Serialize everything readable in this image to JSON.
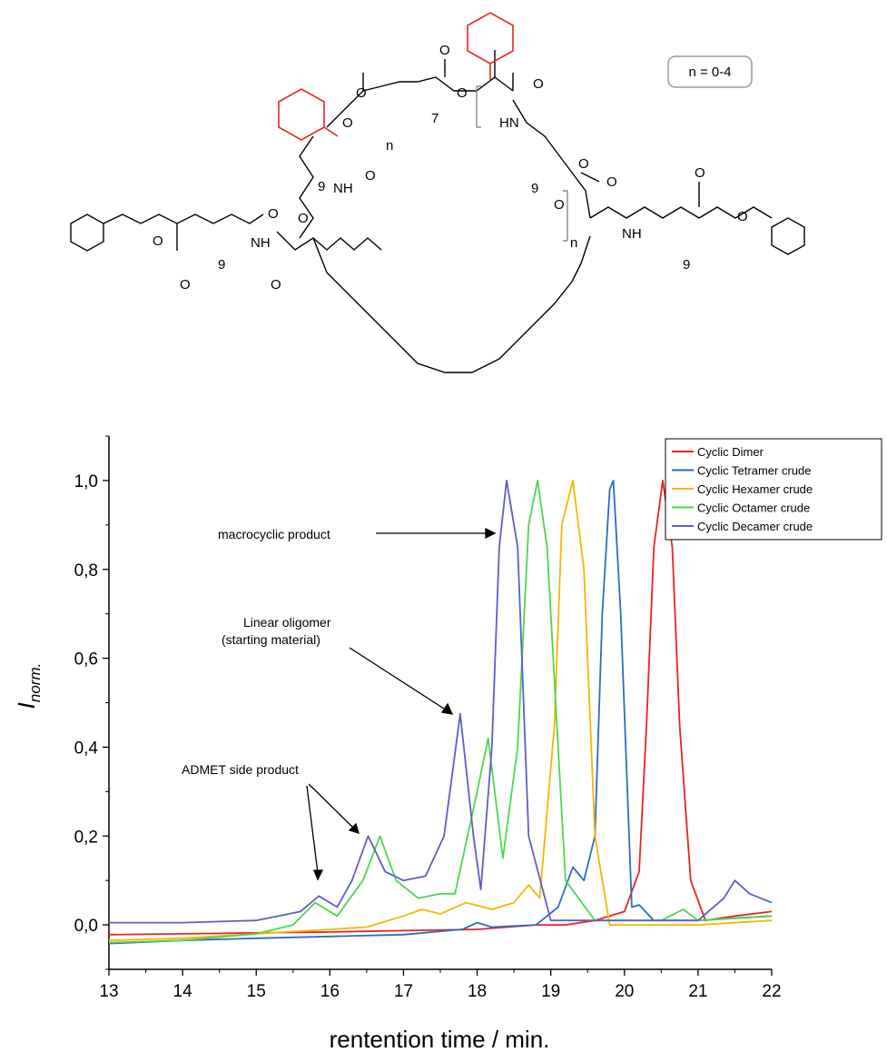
{
  "structure": {
    "n_badge": "n  =   0-4",
    "labels": {
      "nh_left": "NH",
      "nh_top": "HN",
      "nh_mid": "NH",
      "nh_right": "NH",
      "h_letter": "H",
      "o": "O",
      "sub_7": "7",
      "sub_9": "9",
      "n": "n"
    }
  },
  "chart_data": {
    "type": "line",
    "xlabel": "rentention time / min.",
    "ylabel_main": "I",
    "ylabel_sub": "norm.",
    "xlim": [
      13,
      22
    ],
    "ylim": [
      -0.1,
      1.1
    ],
    "xticks": [
      "13",
      "14",
      "15",
      "16",
      "17",
      "18",
      "19",
      "20",
      "21",
      "22"
    ],
    "yticks": [
      "0,0",
      "0,2",
      "0,4",
      "0,6",
      "0,8",
      "1,0"
    ],
    "legend_position": "top-right",
    "annotations": {
      "macro": "macrocyclic product",
      "linear_1": "Linear oligomer",
      "linear_2": "(starting material)",
      "admet": "ADMET side product"
    },
    "series": [
      {
        "name": "Cyclic Dimer",
        "color": "#e8251f",
        "x": [
          13,
          14,
          15,
          16,
          17,
          18,
          18.8,
          19.2,
          19.6,
          20.0,
          20.2,
          20.3,
          20.4,
          20.52,
          20.65,
          20.75,
          20.9,
          21.1,
          21.5,
          22
        ],
        "y": [
          -0.022,
          -0.02,
          -0.018,
          -0.016,
          -0.013,
          -0.01,
          0.0,
          0.0,
          0.01,
          0.03,
          0.12,
          0.45,
          0.85,
          1.0,
          0.85,
          0.45,
          0.1,
          0.01,
          0.02,
          0.03
        ]
      },
      {
        "name": "Cyclic Tetramer crude",
        "color": "#2b6dbf",
        "x": [
          13,
          14,
          15,
          16,
          17,
          17.8,
          18.0,
          18.2,
          18.8,
          19.1,
          19.3,
          19.45,
          19.6,
          19.7,
          19.8,
          19.85,
          19.95,
          20.1,
          20.2,
          20.4,
          21,
          22
        ],
        "y": [
          -0.042,
          -0.035,
          -0.03,
          -0.026,
          -0.022,
          -0.01,
          0.005,
          -0.005,
          0.0,
          0.04,
          0.13,
          0.1,
          0.2,
          0.7,
          0.98,
          1.0,
          0.7,
          0.04,
          0.045,
          0.01,
          0.01,
          0.02
        ]
      },
      {
        "name": "Cyclic Hexamer crude",
        "color": "#f7b500",
        "x": [
          13,
          14,
          15,
          16,
          16.5,
          17.0,
          17.25,
          17.5,
          17.85,
          18.2,
          18.5,
          18.7,
          18.85,
          19.05,
          19.15,
          19.3,
          19.45,
          19.6,
          19.8,
          20.5,
          21,
          22
        ],
        "y": [
          -0.035,
          -0.03,
          -0.02,
          -0.01,
          -0.005,
          0.02,
          0.035,
          0.025,
          0.05,
          0.035,
          0.05,
          0.09,
          0.06,
          0.45,
          0.9,
          1.0,
          0.8,
          0.2,
          0.0,
          0.0,
          0.0,
          0.01
        ]
      },
      {
        "name": "Cyclic Octamer crude",
        "color": "#4bd84b",
        "x": [
          13,
          14,
          15,
          15.5,
          15.8,
          16.1,
          16.45,
          16.68,
          16.9,
          17.2,
          17.5,
          17.7,
          18.0,
          18.15,
          18.35,
          18.55,
          18.7,
          18.82,
          18.95,
          19.2,
          19.6,
          20.5,
          20.8,
          21,
          22
        ],
        "y": [
          -0.04,
          -0.035,
          -0.02,
          0.0,
          0.05,
          0.02,
          0.1,
          0.2,
          0.1,
          0.06,
          0.07,
          0.07,
          0.3,
          0.42,
          0.15,
          0.4,
          0.9,
          1.0,
          0.85,
          0.1,
          0.01,
          0.01,
          0.035,
          0.01,
          0.02
        ]
      },
      {
        "name": "Cyclic Decamer crude",
        "color": "#5b5fc7",
        "x": [
          13,
          14,
          15,
          15.6,
          15.85,
          16.1,
          16.3,
          16.52,
          16.75,
          17.0,
          17.3,
          17.55,
          17.77,
          17.95,
          18.05,
          18.2,
          18.3,
          18.4,
          18.55,
          18.7,
          19.0,
          19.5,
          20,
          21,
          21.35,
          21.5,
          21.7,
          22
        ],
        "y": [
          0.005,
          0.005,
          0.01,
          0.03,
          0.065,
          0.04,
          0.1,
          0.2,
          0.12,
          0.1,
          0.11,
          0.2,
          0.475,
          0.2,
          0.08,
          0.4,
          0.85,
          1.0,
          0.85,
          0.2,
          0.01,
          0.01,
          0.01,
          0.01,
          0.06,
          0.1,
          0.07,
          0.05
        ]
      }
    ]
  }
}
